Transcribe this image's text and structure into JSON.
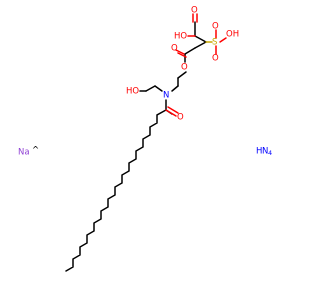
{
  "molecule": {
    "atoms": {
      "acid_o": "O",
      "acid_oh": "HO",
      "sulfo_s": "S",
      "sulfo_oh": "OH",
      "sulfo_o_top": "O",
      "sulfo_o_bottom": "O",
      "ester_carbonyl_o": "O",
      "ester_o": "O",
      "hydroxyl": "HO",
      "amide_n": "N",
      "amide_o": "O"
    },
    "counterions": {
      "sodium": "Na",
      "radical_dot": "^",
      "ammonia_h": "H",
      "ammonia_n": "N",
      "ammonia_h_sub": "4"
    }
  },
  "colors": {
    "oxygen": "#ff0000",
    "sulfur": "#c8a800",
    "nitrogen": "#0000ff",
    "sodium": "#8f40d4",
    "carbon": "#000000"
  }
}
